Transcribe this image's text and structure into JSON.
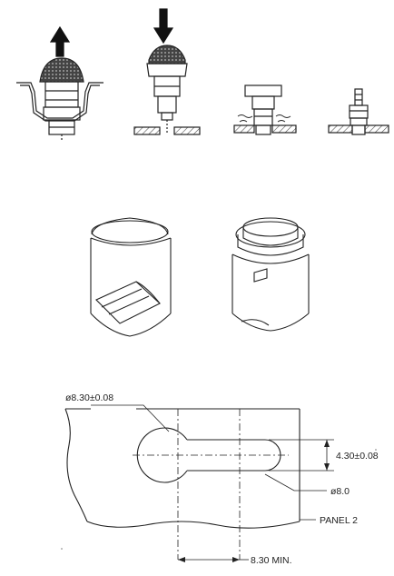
{
  "annotations": {
    "hole_diameter": "ø8.30±0.08",
    "slot_width": "4.30±0.08",
    "cutout_diameter": "ø8.0",
    "panel_label": "PANEL 2",
    "min_spacing": "8.30 MIN."
  },
  "colors": {
    "line": "#222222",
    "hatch": "#555555",
    "fill_dark": "#333333",
    "background": "#ffffff"
  }
}
